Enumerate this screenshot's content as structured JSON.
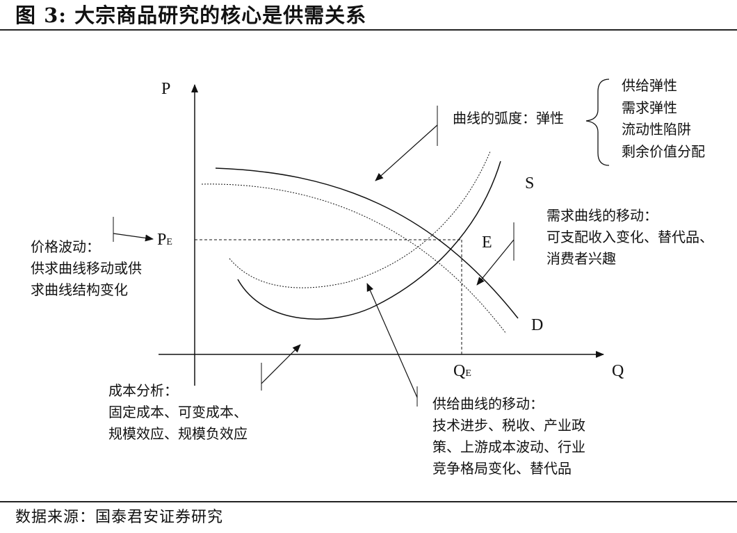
{
  "figure": {
    "title": "图 3: 大宗商品研究的核心是供需关系",
    "source": "数据来源：国泰君安证券研究"
  },
  "axes": {
    "y_label": "P",
    "x_label": "Q",
    "pe_main": "P",
    "pe_sub": "E",
    "qe_main": "Q",
    "qe_sub": "E"
  },
  "curves": {
    "supply": "S",
    "demand": "D",
    "equilibrium": "E"
  },
  "annotations": {
    "elasticity": {
      "label": "曲线的弧度：弹性",
      "items": [
        "供给弹性",
        "需求弹性",
        "流动性陷阱",
        "剩余价值分配"
      ]
    },
    "demand_shift": {
      "lines": [
        "需求曲线的移动：",
        "可支配收入变化、替代品、",
        "消费者兴趣"
      ]
    },
    "price_volatility": {
      "lines": [
        "价格波动：",
        "供求曲线移动或供",
        "求曲线结构变化"
      ]
    },
    "cost_analysis": {
      "lines": [
        "成本分析：",
        "固定成本、可变成本、",
        "规模效应、规模负效应"
      ]
    },
    "supply_shift": {
      "lines": [
        "供给曲线的移动：",
        "技术进步、税收、产业政",
        "策、上游成本波动、行业",
        "竞争格局变化、替代品"
      ]
    }
  }
}
